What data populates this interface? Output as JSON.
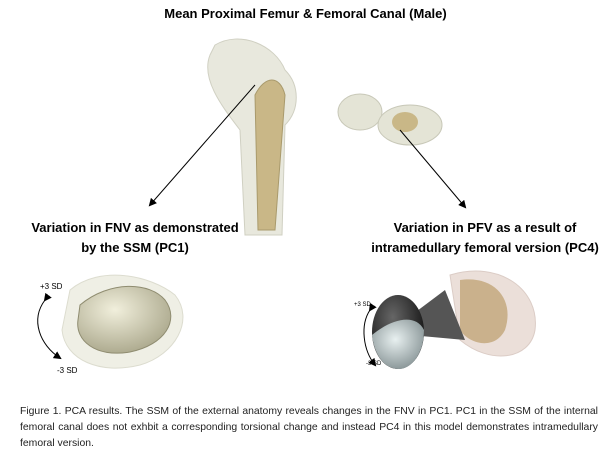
{
  "figure": {
    "title": "Mean Proximal Femur & Femoral Canal (Male)",
    "left_panel": {
      "heading_line1": "Variation  in FNV as demonstrated",
      "heading_line2": "by the SSM (PC1)",
      "label_plus": "+3 SD",
      "label_minus": "-3 SD"
    },
    "right_panel": {
      "heading_line1": "Variation  in PFV as a result of",
      "heading_line2": "intramedullary  femoral version (PC4)",
      "label_plus": "+3 SD",
      "label_minus": "-3 SD"
    },
    "caption": "Figure 1. PCA results. The SSM of the external anatomy reveals changes in the FNV in PC1. PC1 in the SSM of the internal femoral canal does not exhbit a corresponding  torsional change and instead PC4 in this model demonstrates intramedullary femoral version."
  }
}
